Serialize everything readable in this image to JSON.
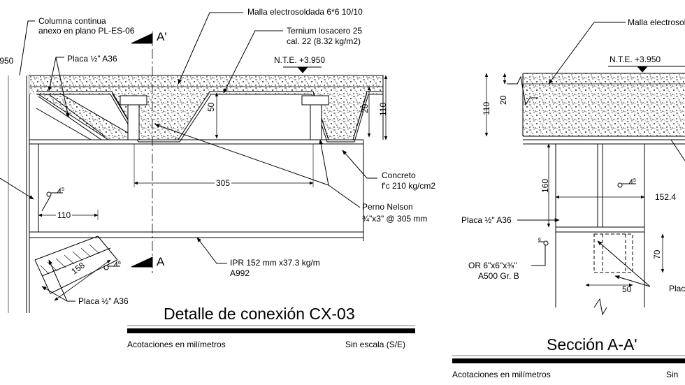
{
  "detail": {
    "title": "Detalle de conexión CX-03",
    "units_note": "Acotaciones en milímetros",
    "scale_note": "Sin escala (S/E)",
    "callouts": {
      "column": "Columna continua",
      "column_ref": "anexo en plano PL-ES-06",
      "plate_top": "Placa ½\" A36",
      "plate_bottom": "Placa ½\" A36",
      "mesh": "Malla electrosoldada 6*6 10/10",
      "deck": "Ternium losacero 25",
      "deck_gauge": "cal. 22 (8.32 kg/m2)",
      "level": "N.T.E. +3.950",
      "level_cut": ".950",
      "concrete": "Concreto",
      "concrete_strength": "f'c 210 kg/cm2",
      "studs": "Perno Nelson",
      "studs_size": "¾\"x3\" @ 305 mm",
      "beam": "IPR 152 mm x37.3 kg/m",
      "beam_grade": "A992",
      "section_mark_top": "A'",
      "section_mark_bottom": "A"
    },
    "dims": {
      "rib_height": "50",
      "cover": "20",
      "slab": "110",
      "pitch": "305",
      "plate_len": "110",
      "diag": "158",
      "weld_a": "5",
      "weld_b": "6"
    }
  },
  "section": {
    "title": "Sección A-A'",
    "units_note": "Acotaciones en milímetros",
    "scale_note": "Sin",
    "callouts": {
      "mesh": "Malla electrosol",
      "level": "N.T.E. +3.950",
      "plate": "Placa ½\" A36",
      "tube": "OR 6\"x6\"x⅜\"",
      "tube_grade": "A500 Gr. B",
      "plate_cut": "Plac"
    },
    "dims": {
      "slab": "110",
      "cover": "20",
      "beam_depth": "160",
      "flange": "152.4",
      "plate_h": "70",
      "plate_w": "50",
      "weld_a": "5",
      "weld_b": "6"
    }
  }
}
